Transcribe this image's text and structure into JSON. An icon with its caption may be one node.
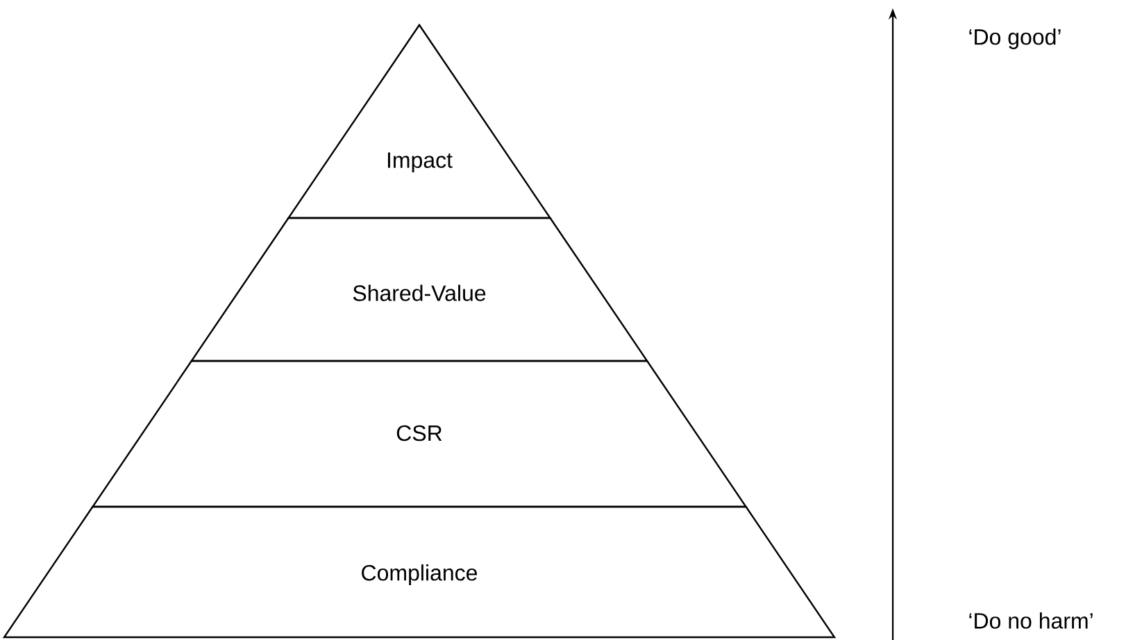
{
  "diagram": {
    "nodes": [
      {
        "text": [
          "Impact"
        ]
      },
      {
        "text": [
          "Shared-Value"
        ]
      },
      {
        "text": [
          "CSR"
        ]
      },
      {
        "text": [
          "Compliance"
        ]
      }
    ],
    "labels": [
      "‘Do good’",
      "‘Do no harm’"
    ]
  }
}
